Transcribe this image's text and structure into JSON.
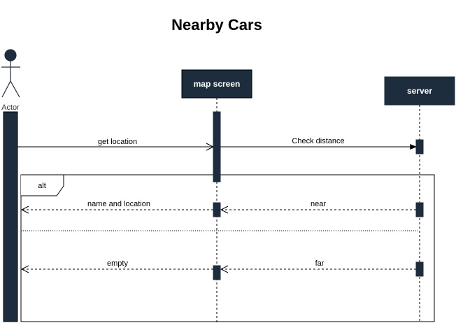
{
  "title": "Nearby Cars",
  "colors": {
    "participant_fill": "#1d2d3e",
    "line": "#000000",
    "background": "#ffffff"
  },
  "participants": {
    "actor": "Actor",
    "map_screen": "map screen",
    "server": "server"
  },
  "messages": {
    "get_location": "get location",
    "check_distance": "Check distance",
    "name_and_location": "name and location",
    "near": "near",
    "empty": "empty",
    "far": "far"
  },
  "fragment": {
    "operator": "alt"
  }
}
